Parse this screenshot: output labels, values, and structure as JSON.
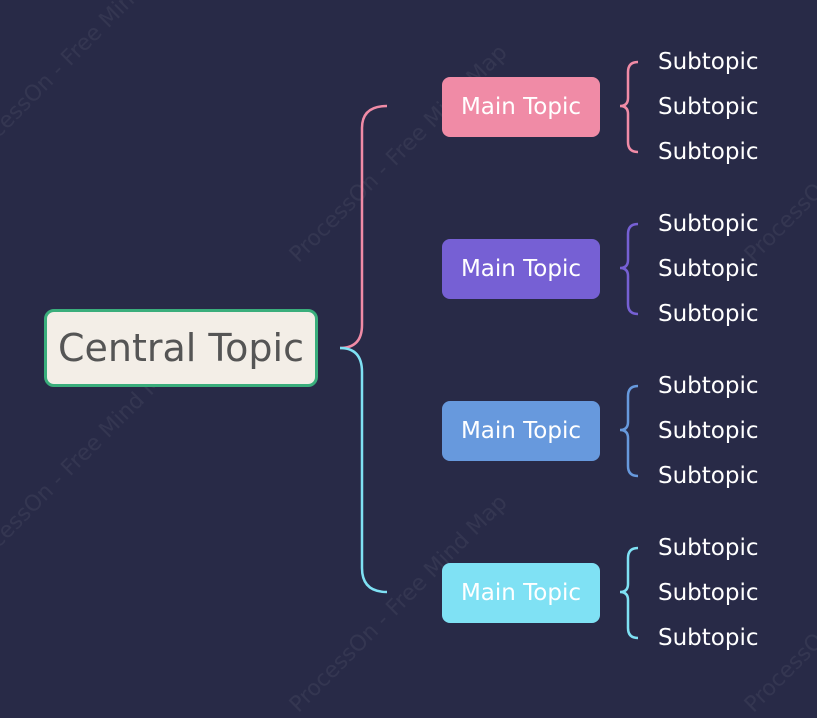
{
  "watermark_text": "ProcessOn - Free Mind Map",
  "central_topic": {
    "label": "Central Topic",
    "border_color": "#3aae7c"
  },
  "main_topics": [
    {
      "label": "Main Topic",
      "color": "#f08ba6",
      "subtopics": [
        {
          "label": "Subtopic"
        },
        {
          "label": "Subtopic"
        },
        {
          "label": "Subtopic"
        }
      ]
    },
    {
      "label": "Main Topic",
      "color": "#7660d4",
      "subtopics": [
        {
          "label": "Subtopic"
        },
        {
          "label": "Subtopic"
        },
        {
          "label": "Subtopic"
        }
      ]
    },
    {
      "label": "Main Topic",
      "color": "#6799dd",
      "subtopics": [
        {
          "label": "Subtopic"
        },
        {
          "label": "Subtopic"
        },
        {
          "label": "Subtopic"
        }
      ]
    },
    {
      "label": "Main Topic",
      "color": "#7fe1f4",
      "subtopics": [
        {
          "label": "Subtopic"
        },
        {
          "label": "Subtopic"
        },
        {
          "label": "Subtopic"
        }
      ]
    }
  ]
}
